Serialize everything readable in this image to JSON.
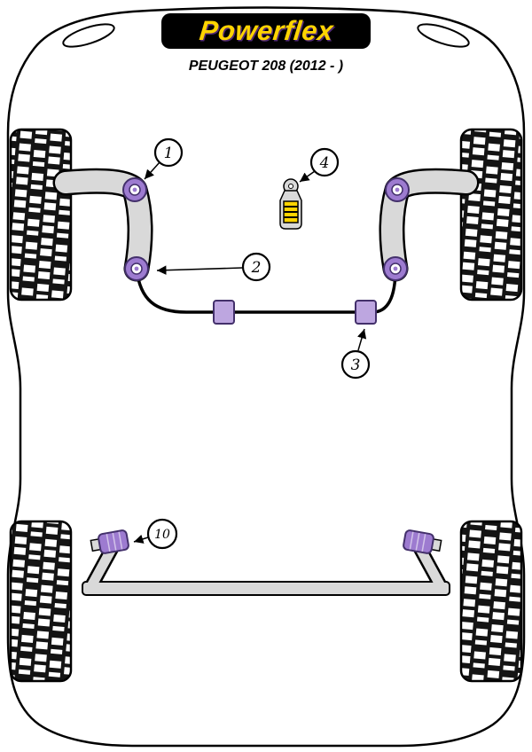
{
  "brand": {
    "logo_text": "Powerflex"
  },
  "header": {
    "model_title": "PEUGEOT 208 (2012 - )"
  },
  "callouts": [
    {
      "number": "1"
    },
    {
      "number": "2"
    },
    {
      "number": "3"
    },
    {
      "number": "4"
    },
    {
      "number": "10"
    }
  ],
  "colors": {
    "logo_yellow": "#ffd400",
    "logo_background": "#000000",
    "bush_purple": "#9d7bd0",
    "bush_purple_light": "#bda6e0",
    "bush_purple_dark": "#43306b",
    "arm_gray": "#d9d9d9"
  }
}
